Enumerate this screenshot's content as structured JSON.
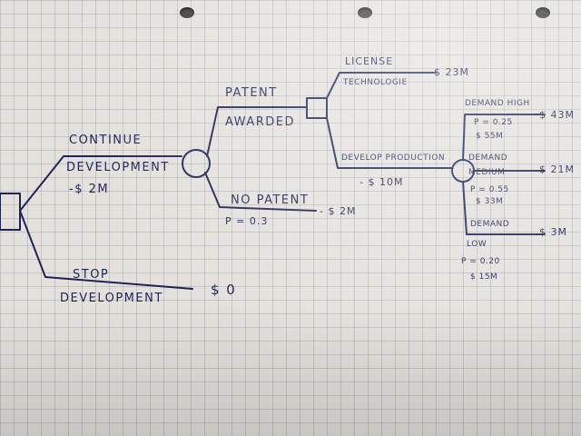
{
  "continue": {
    "line1": "CONTINUE",
    "line2": "DEVELOPMENT",
    "cost": "-$ 2M"
  },
  "stop": {
    "line1": "STOP",
    "line2": "DEVELOPMENT",
    "value": "$ 0"
  },
  "patent": {
    "line1": "PATENT",
    "line2": "AWARDED",
    "no_label": "NO PATENT",
    "no_prob": "P = 0.3",
    "no_value": "- $ 2M"
  },
  "license": {
    "line1": "LICENSE",
    "line2": "TECHNOLOGIE",
    "value": "$ 23M"
  },
  "develop": {
    "label": "DEVELOP PRODUCTION",
    "cost": "- $ 10M"
  },
  "demand_high": {
    "line1": "DEMAND HIGH",
    "prob": "P = 0.25",
    "value": "$ 55M",
    "end": "$ 43M"
  },
  "demand_medium": {
    "line1": "DEMAND",
    "line2": "MEDIUM",
    "prob": "P = 0.55",
    "value": "$ 33M",
    "end": "$ 21M"
  },
  "demand_low": {
    "line1": "DEMAND",
    "line2": "LOW",
    "prob": "P = 0.20",
    "value": "$ 15M",
    "end": "$ 3M"
  },
  "ink_color": "#1e2456"
}
